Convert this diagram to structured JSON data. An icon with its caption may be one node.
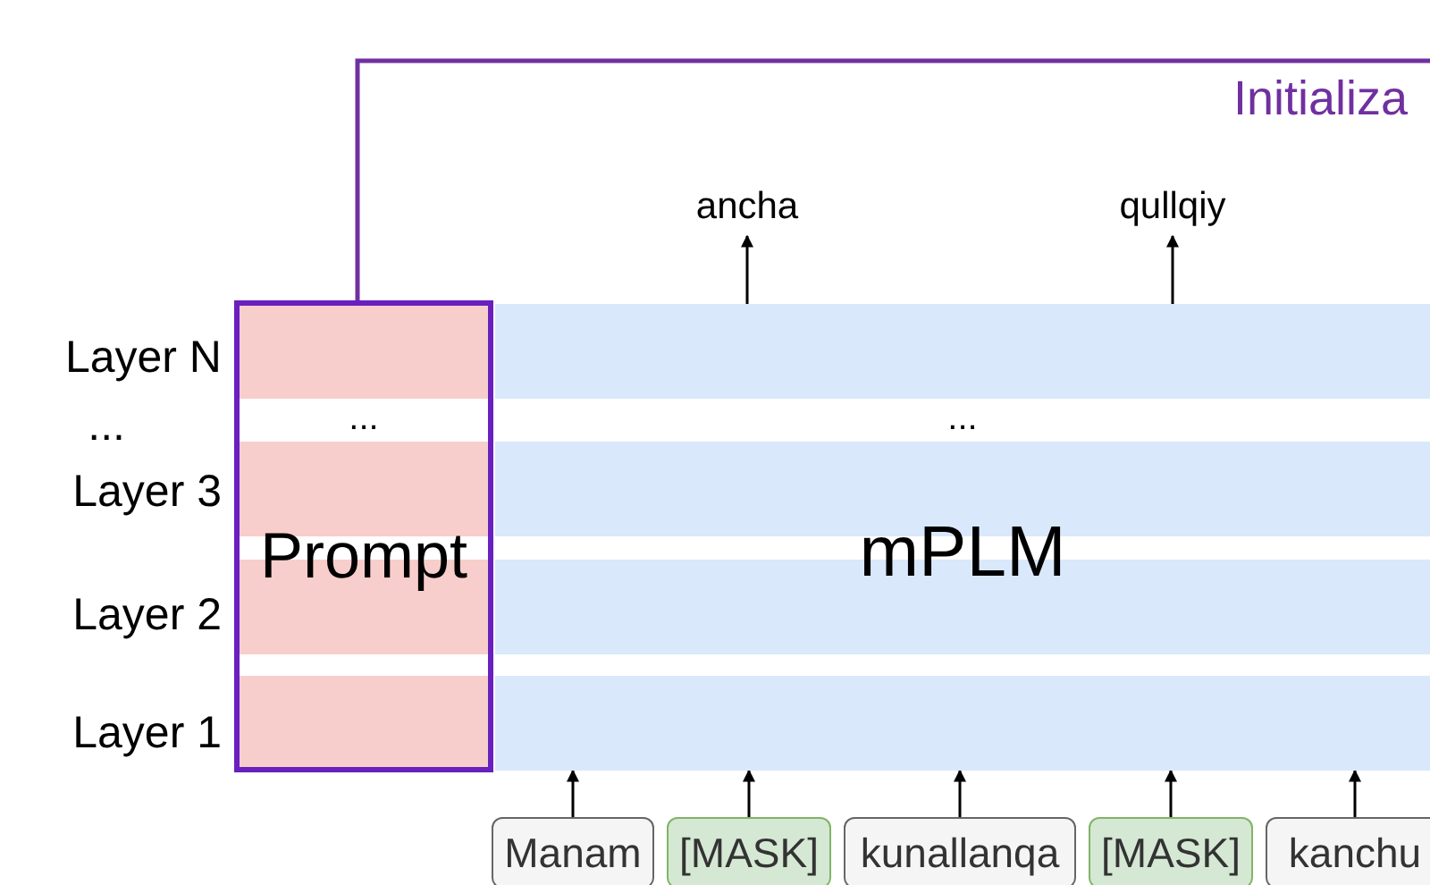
{
  "diagram": {
    "nodes": [
      {
        "text": [
          "...",
          "Prompt"
        ]
      },
      {
        "text": [
          "...",
          "mPLM"
        ]
      },
      {
        "text": [
          "Manam"
        ]
      },
      {
        "text": [
          "[MASK]"
        ]
      },
      {
        "text": [
          "kunallanqa"
        ]
      },
      {
        "text": [
          "[MASK]"
        ]
      },
      {
        "text": [
          "kanchu"
        ]
      },
      {
        "text": [
          "ancha"
        ]
      },
      {
        "text": [
          "qullqiy"
        ]
      }
    ],
    "edges": [
      {
        "from": 2,
        "to": 1,
        "arrow": "to"
      },
      {
        "from": 3,
        "to": 1,
        "arrow": "to"
      },
      {
        "from": 4,
        "to": 1,
        "arrow": "to"
      },
      {
        "from": 5,
        "to": 1,
        "arrow": "to"
      },
      {
        "from": 6,
        "to": 1,
        "arrow": "to"
      },
      {
        "from": 1,
        "to": 7,
        "arrow": "to"
      },
      {
        "from": 1,
        "to": 8,
        "arrow": "to"
      },
      {
        "from": 0,
        "to": null,
        "arrow": "none",
        "label": "Initializa",
        "color": "#7030a0"
      }
    ],
    "labels": [
      "Layer N",
      "...",
      "Layer 3",
      "Layer 2",
      "Layer 1"
    ]
  }
}
